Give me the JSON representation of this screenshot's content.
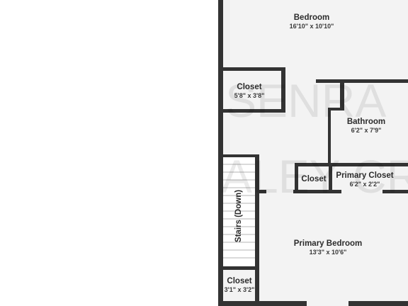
{
  "rooms": {
    "bedroom": {
      "name": "Bedroom",
      "dims": "16'10\" x 10'10\""
    },
    "closet_upper": {
      "name": "Closet",
      "dims": "5'8\" x 3'8\""
    },
    "bathroom": {
      "name": "Bathroom",
      "dims": "6'2\" x 7'9\""
    },
    "closet_middle": {
      "name": "Closet",
      "dims": ""
    },
    "primary_closet": {
      "name": "Primary Closet",
      "dims": "6'2\" x 2'2\""
    },
    "stairs": {
      "name": "Stairs (Down)"
    },
    "primary_bedroom": {
      "name": "Primary Bedroom",
      "dims": "13'3\" x 10'6\""
    },
    "closet_lower": {
      "name": "Closet",
      "dims": "3'1\" x 3'2\""
    }
  },
  "watermark": [
    "SENRA",
    "ALEY CRO"
  ],
  "colors": {
    "wall": "#333333",
    "floor": "#f3f3f3",
    "background": "#ffffff"
  }
}
